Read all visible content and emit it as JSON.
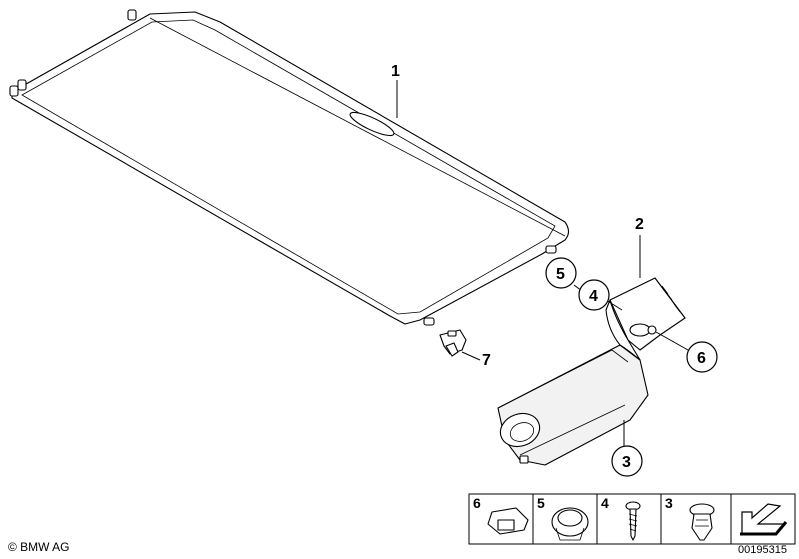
{
  "callouts": {
    "c1": "1",
    "c2": "2",
    "c3": "3",
    "c4": "4",
    "c5": "5",
    "c6": "6",
    "c7": "7"
  },
  "legend": {
    "items": [
      {
        "number": "6",
        "icon": "clip-nut-icon"
      },
      {
        "number": "5",
        "icon": "clip-retainer-icon"
      },
      {
        "number": "4",
        "icon": "screw-icon"
      },
      {
        "number": "3",
        "icon": "expanding-rivet-icon"
      },
      {
        "number": "",
        "icon": "arrow-direction-icon"
      }
    ]
  },
  "footer": {
    "copyright": "© BMW AG",
    "diagram_id": "00195315"
  }
}
